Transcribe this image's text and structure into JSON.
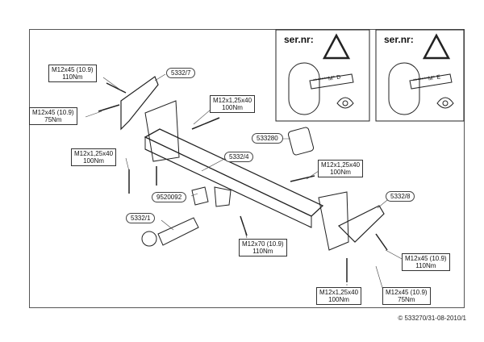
{
  "warning_panels": [
    {
      "title": "ser.nr:",
      "code": "*******M* D"
    },
    {
      "title": "ser.nr:",
      "code": "*******M* E"
    }
  ],
  "parts": {
    "p5332_7": "5332/7",
    "p533280": "533280",
    "p5332_4": "5332/4",
    "p9520092": "9520092",
    "p5332_1": "5332/1",
    "p5332_8": "5332/8"
  },
  "labels": {
    "top_left_bolt": {
      "size": "M12x45 (10.9)",
      "torque": "110Nm"
    },
    "left_bolt": {
      "size": "M12x45 (10.9)",
      "torque": "75Nm"
    },
    "upper_mid_bolt": {
      "size": "M12x1,25x40",
      "torque": "100Nm"
    },
    "mid_left_bolt": {
      "size": "M12x1,25x40",
      "torque": "100Nm"
    },
    "right_upper_bolt": {
      "size": "M12x1,25x40",
      "torque": "100Nm"
    },
    "center_bolt": {
      "size": "M12x70 (10.9)",
      "torque": "110Nm"
    },
    "right_mid_bolt": {
      "size": "M12x45 (10.9)",
      "torque": "110Nm"
    },
    "bottom_left_bolt": {
      "size": "M12x1,25x40",
      "torque": "100Nm"
    },
    "bottom_right_bolt": {
      "size": "M12x45 (10.9)",
      "torque": "75Nm"
    }
  },
  "copyright": "© 533270/31-08-2010/1"
}
